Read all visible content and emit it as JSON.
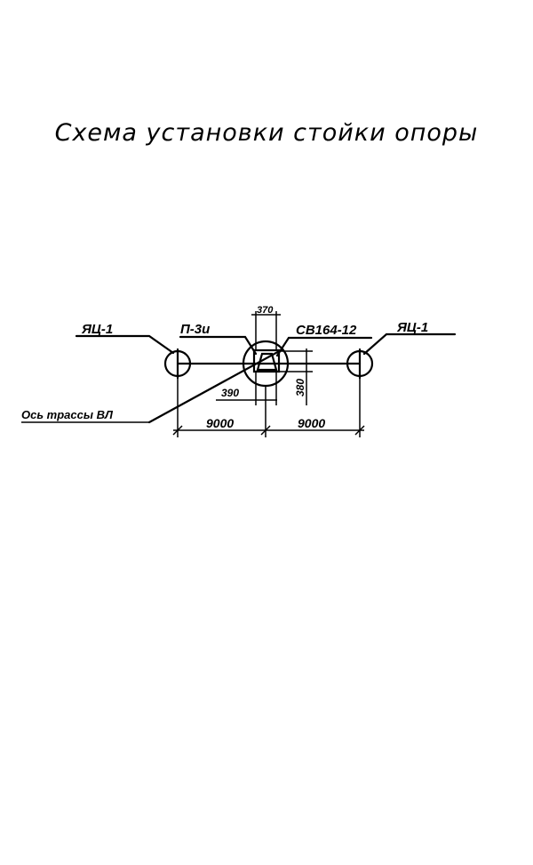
{
  "title": "Схема установки стойки опоры",
  "labels": {
    "anchor_left": "ЯЦ-1",
    "anchor_right": "ЯЦ-1",
    "crossbar": "П-3и",
    "post": "СВ164-12",
    "axis": "Ось трассы ВЛ"
  },
  "dimensions": {
    "top_width": "370",
    "inner_width": "390",
    "inner_height": "380",
    "span_left": "9000",
    "span_right": "9000"
  }
}
